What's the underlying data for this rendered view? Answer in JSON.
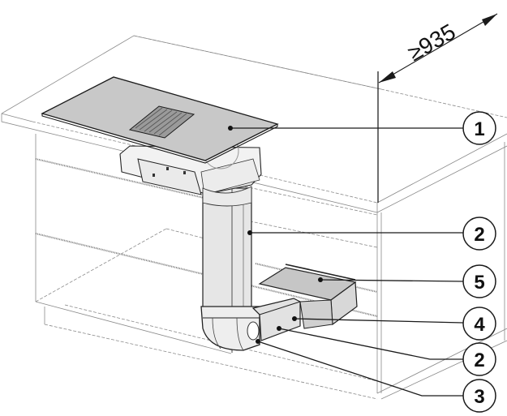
{
  "diagram": {
    "type": "installation-drawing",
    "subject": "Downdraft cooktop with integrated extractor, ducting kit in kitchen base cabinet",
    "dimension": {
      "label": "≥935",
      "symbol": "≥",
      "value": "935"
    },
    "callouts": [
      {
        "id": "callout-1",
        "number": "1",
        "target": "cooktop-with-extractor-unit"
      },
      {
        "id": "callout-2a",
        "number": "2",
        "target": "vertical-duct"
      },
      {
        "id": "callout-5",
        "number": "5",
        "target": "plinth-fan-box"
      },
      {
        "id": "callout-4",
        "number": "4",
        "target": "duct-connector"
      },
      {
        "id": "callout-2b",
        "number": "2",
        "target": "horizontal-duct"
      },
      {
        "id": "callout-3",
        "number": "3",
        "target": "duct-elbow-90"
      }
    ],
    "colors": {
      "cooktop_surface": "#c8c8c8",
      "duct_fill": "#e6e6e6",
      "line": "#222222",
      "outline_thin": "#8a8a8a",
      "background": "#ffffff"
    }
  }
}
